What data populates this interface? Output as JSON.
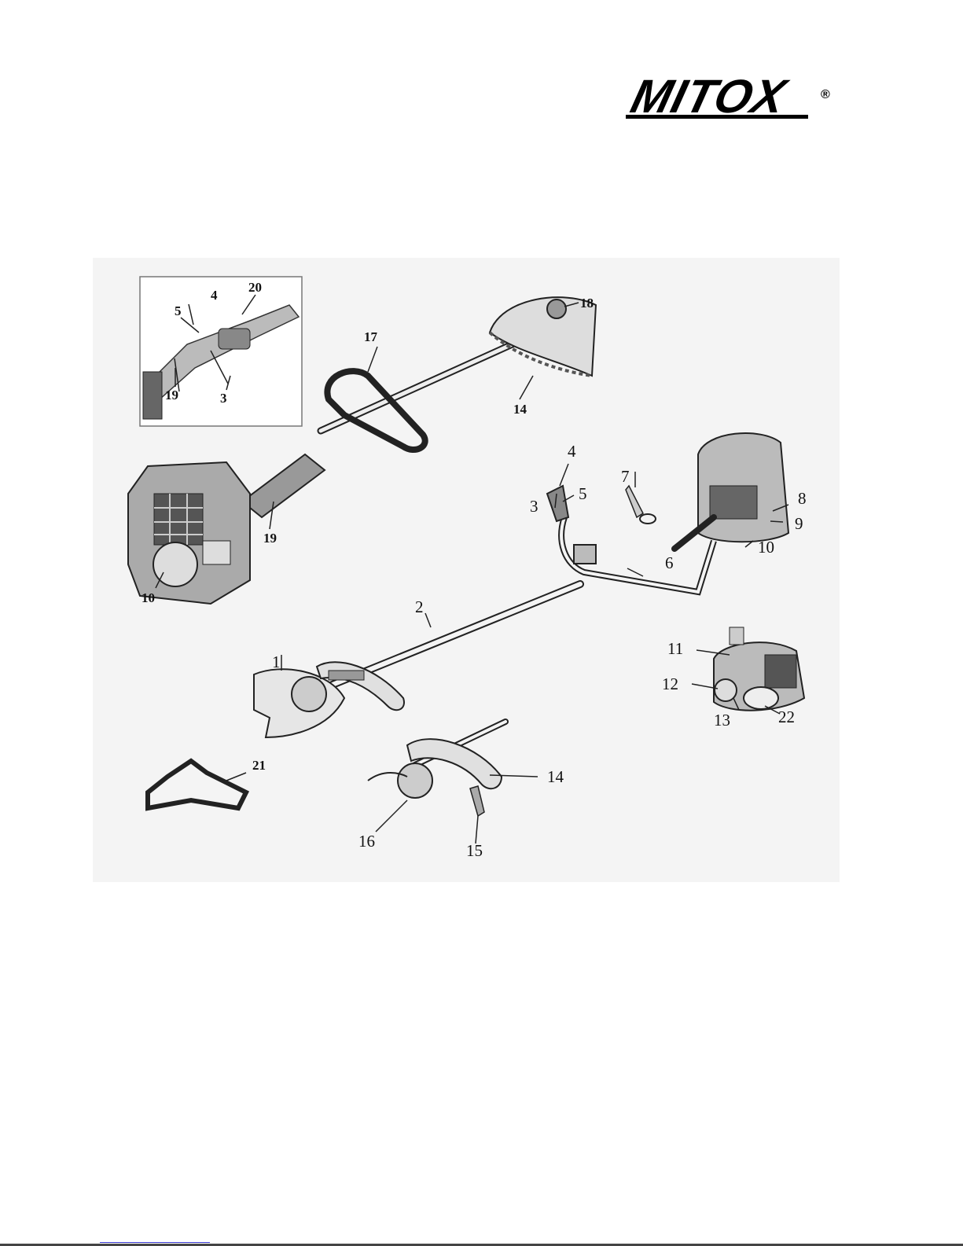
{
  "header": {
    "brand": "MITOX",
    "registered_mark": "®"
  },
  "diagram": {
    "inset_labels": [
      "4",
      "20",
      "5",
      "19",
      "3"
    ],
    "labels": {
      "l1": "1",
      "l2": "2",
      "l3": "3",
      "l4": "4",
      "l5": "5",
      "l6": "6",
      "l7": "7",
      "l8": "8",
      "l9": "9",
      "l10a": "10",
      "l10b": "10",
      "l11": "11",
      "l12": "12",
      "l13": "13",
      "l14a": "14",
      "l14b": "14",
      "l15": "15",
      "l16": "16",
      "l17": "17",
      "l18": "18",
      "l19": "19",
      "l21": "21",
      "l22": "22"
    }
  }
}
